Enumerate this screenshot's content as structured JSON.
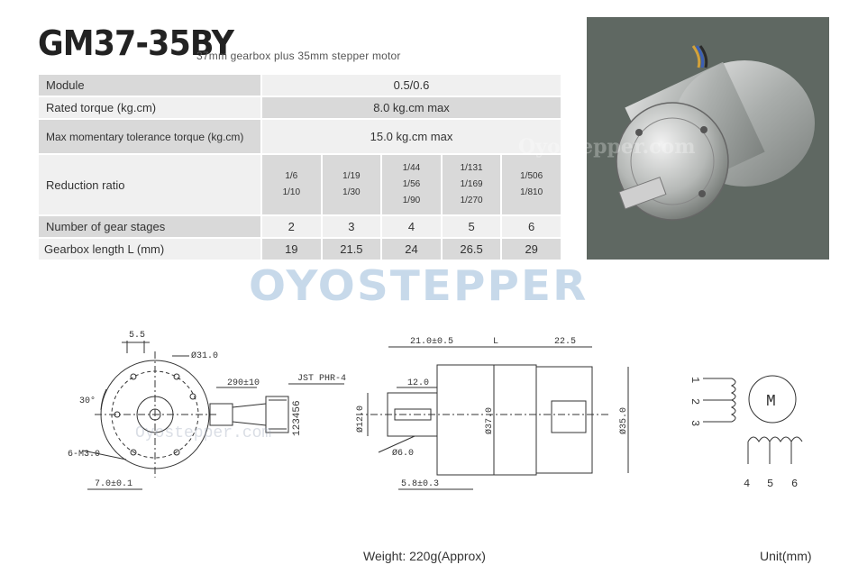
{
  "header": {
    "title": "GM37-35BY",
    "subtitle": "37mm gearbox plus 35mm stepper  motor"
  },
  "spec_table": {
    "module": {
      "label": "Module",
      "value": "0.5/0.6"
    },
    "rated_torque": {
      "label": "Rated torque (kg.cm)",
      "value": "8.0 kg.cm max"
    },
    "max_torque": {
      "label": "Max momentary tolerance torque (kg.cm)",
      "value": "15.0 kg.cm max"
    },
    "reduction_ratio": {
      "label": "Reduction ratio",
      "columns": [
        [
          "1/6",
          "1/10"
        ],
        [
          "1/19",
          "1/30"
        ],
        [
          "1/44",
          "1/56",
          "1/90"
        ],
        [
          "1/131",
          "1/169",
          "1/270"
        ],
        [
          "1/506",
          "1/810"
        ]
      ]
    },
    "gear_stages": {
      "label": "Number of gear stages",
      "values": [
        "2",
        "3",
        "4",
        "5",
        "6"
      ]
    },
    "gearbox_length": {
      "label": "Gearbox length  L (mm)",
      "values": [
        "19",
        "21.5",
        "24",
        "26.5",
        "29"
      ]
    }
  },
  "photo": {
    "watermark": "Oyostepper.com"
  },
  "logo": {
    "text": "OYOSTEPPER"
  },
  "drawing": {
    "front_view": {
      "dim_top": "5.5",
      "dim_diameter": "Ø31.0",
      "dim_cable": "290±10",
      "connector": "JST PHR-4",
      "pins": "123456",
      "angle": "30°",
      "holes": "6-M3.0",
      "dim_bottom": "7.0±0.1",
      "watermark": "Oyostepper.com"
    },
    "side_view": {
      "dim_shaft": "21.0±0.5",
      "dim_l": "L",
      "dim_motor": "22.5",
      "dim_flat": "12.0",
      "dim_shaft_dia": "Ø12.0",
      "dim_gear_dia": "Ø37.0",
      "dim_motor_dia": "Ø35.0",
      "dim_d_shaft": "Ø6.0",
      "dim_offset": "5.8±0.3"
    },
    "schematic": {
      "motor_label": "M",
      "pins_left": [
        "1",
        "2",
        "3"
      ],
      "pins_bottom": [
        "4",
        "5",
        "6"
      ]
    }
  },
  "footer": {
    "weight": "Weight: 220g(Approx)",
    "unit": "Unit(mm)"
  }
}
